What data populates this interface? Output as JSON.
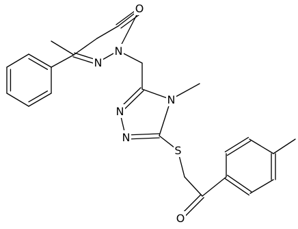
{
  "structure": {
    "atoms": [
      {
        "id": "O1",
        "symbol": "O",
        "name": "atom-o-carbonyl-top"
      },
      {
        "id": "N1",
        "symbol": "N",
        "name": "atom-n-pyridazinone-1"
      },
      {
        "id": "N2",
        "symbol": "N",
        "name": "atom-n-pyridazinone-2"
      },
      {
        "id": "N3",
        "symbol": "N",
        "name": "atom-n-methyl-triazole"
      },
      {
        "id": "N4",
        "symbol": "N",
        "name": "atom-n-triazole-a"
      },
      {
        "id": "N5",
        "symbol": "N",
        "name": "atom-n-triazole-b"
      },
      {
        "id": "S1",
        "symbol": "S",
        "name": "atom-s-thioether"
      },
      {
        "id": "O2",
        "symbol": "O",
        "name": "atom-o-ketone-bottom"
      }
    ]
  }
}
